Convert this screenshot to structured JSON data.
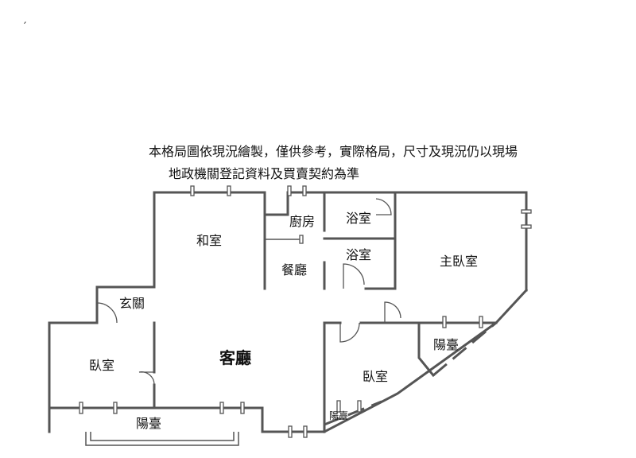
{
  "notice": {
    "line1": "本格局圖依現況繪製，僅供參考，實際格局，尺寸及現況仍以現場",
    "line2": "地政機關登記資料及買賣契約為準"
  },
  "corner_mark": "′",
  "rooms": {
    "japanese_room": "和室",
    "kitchen": "廚房",
    "bathroom_1": "浴室",
    "bathroom_2": "浴室",
    "dining": "餐廳",
    "master_bedroom": "主臥室",
    "entrance": "玄關",
    "living_room": "客廳",
    "bedroom_left": "臥室",
    "bedroom_right": "臥室",
    "balcony_bottom": "陽臺",
    "balcony_right": "陽臺",
    "balcony_small": "陽臺"
  }
}
